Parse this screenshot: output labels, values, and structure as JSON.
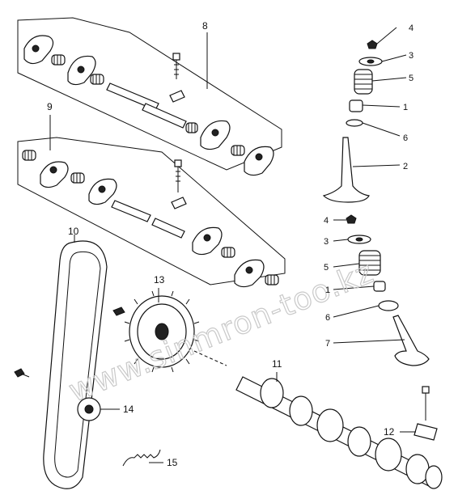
{
  "diagram": {
    "callouts": {
      "c1": "1",
      "c2": "2",
      "c3": "3",
      "c4": "4",
      "c5": "5",
      "c6": "6",
      "c7": "7",
      "c8": "8",
      "c9": "9",
      "c10": "10",
      "c11": "11",
      "c12": "12",
      "c13": "13",
      "c14": "14",
      "c15": "15",
      "c1b": "1",
      "c3b": "3",
      "c4b": "4",
      "c5b": "5",
      "c6b": "6"
    },
    "watermark": "www.sinmron-too.kz"
  }
}
